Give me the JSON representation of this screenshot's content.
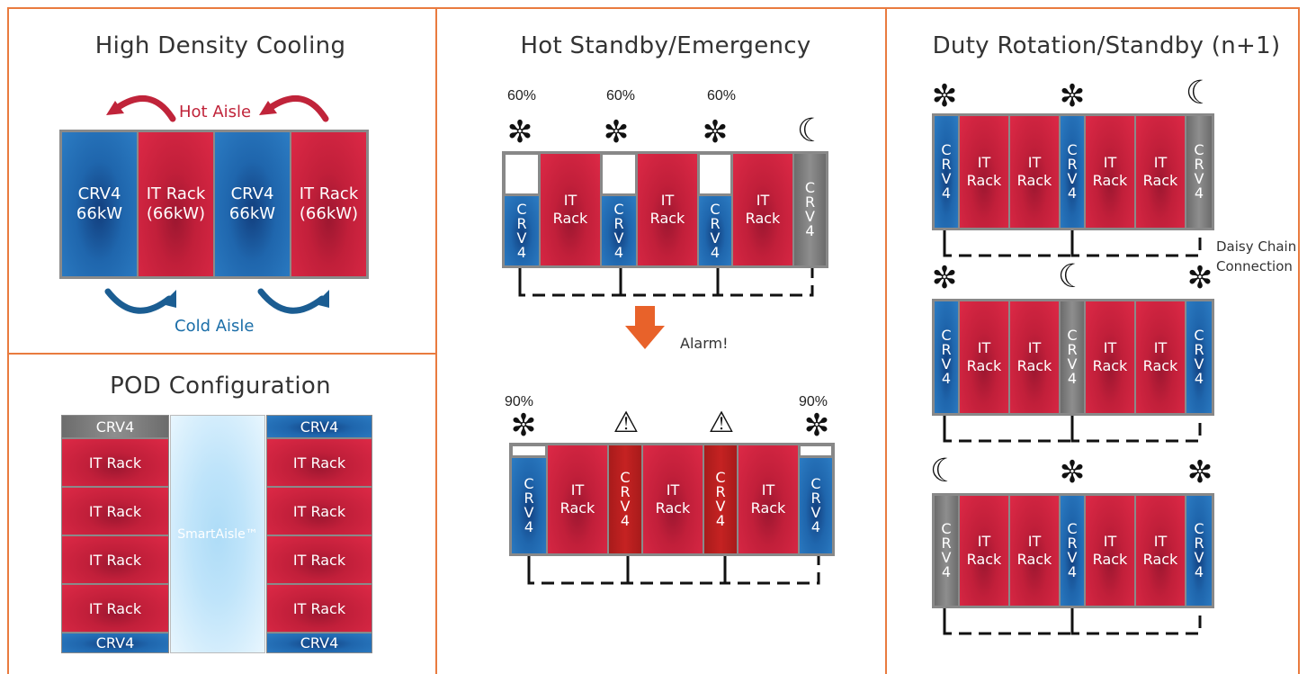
{
  "panels": {
    "high_density": {
      "title": "High Density Cooling",
      "hot_aisle": "Hot Aisle",
      "cold_aisle": "Cold Aisle",
      "crv_label": "CRV4",
      "crv_power": "66kW",
      "rack_label": "IT Rack",
      "rack_power": "(66kW)"
    },
    "pod": {
      "title": "POD Configuration",
      "crv": "CRV4",
      "rack": "IT Rack",
      "aisle": "SmartAisle™"
    },
    "hot_standby": {
      "title": "Hot Standby/Emergency",
      "pct_before": "60%",
      "pct_after": "90%",
      "alarm": "Alarm!",
      "crv_letters": [
        "C",
        "R",
        "V",
        "4"
      ],
      "it": "IT",
      "rack": "Rack"
    },
    "duty": {
      "title": "Duty Rotation/Standby (n+1)",
      "daisy1": "Daisy Chain",
      "daisy2": "Connection",
      "crv_letters": [
        "C",
        "R",
        "V",
        "4"
      ],
      "it": "IT",
      "rack": "Rack"
    }
  },
  "icons": {
    "snowflake": "snowflake-icon",
    "moon": "moon-icon",
    "warning": "warning-icon",
    "arrow": "down-arrow-icon"
  },
  "colors": {
    "border": "#e97b3f",
    "rack": "#c11f3a",
    "crv_active": "#1f66ad",
    "crv_standby": "#7a7a7a",
    "crv_alarm": "#c52222",
    "hot": "#c0243a",
    "cold": "#1b5d92",
    "arrow": "#e8622a"
  }
}
